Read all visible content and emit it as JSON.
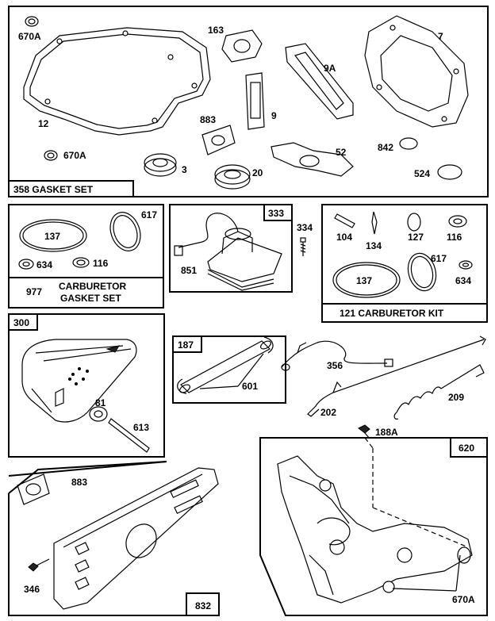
{
  "panels": {
    "gasket_set": {
      "number": "358",
      "caption": "GASKET SET"
    },
    "carb_gasket_set": {
      "number": "977",
      "caption_line1": "CARBURETOR",
      "caption_line2": "GASKET SET"
    },
    "ignition": {
      "number": "333"
    },
    "carb_kit": {
      "number": "121",
      "caption": "CARBURETOR KIT"
    },
    "muffler": {
      "number": "300"
    },
    "fuel_line": {
      "number": "187"
    },
    "muffler_guard": {
      "number": "832"
    },
    "control_bracket": {
      "number": "620"
    }
  },
  "part_labels": {
    "p670a_top": "670A",
    "p12": "12",
    "p670a_mid": "670A",
    "p163": "163",
    "p883_gs": "883",
    "p9": "9",
    "p9a": "9A",
    "p7": "7",
    "p3": "3",
    "p20": "20",
    "p52": "52",
    "p842": "842",
    "p524": "524",
    "p137_a": "137",
    "p617_a": "617",
    "p634_a": "634",
    "p116_a": "116",
    "p851": "851",
    "p334": "334",
    "p104": "104",
    "p134": "134",
    "p127": "127",
    "p116_b": "116",
    "p137_b": "137",
    "p617_b": "617",
    "p634_b": "634",
    "p81": "81",
    "p613": "613",
    "p601": "601",
    "p356": "356",
    "p202": "202",
    "p209": "209",
    "p188a": "188A",
    "p883_b": "883",
    "p346": "346",
    "p670a_b": "670A"
  }
}
